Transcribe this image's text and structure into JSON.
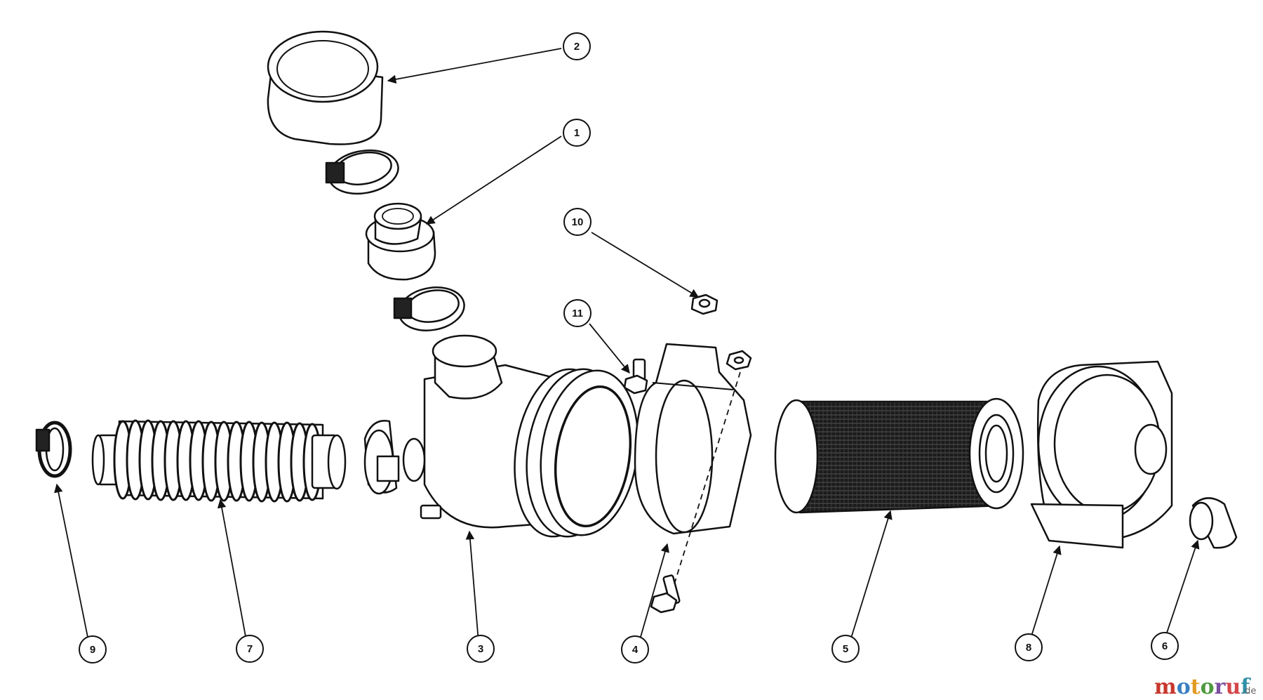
{
  "diagram": {
    "callouts": [
      {
        "id": "c1",
        "label": "1"
      },
      {
        "id": "c2",
        "label": "2"
      },
      {
        "id": "c3",
        "label": "3"
      },
      {
        "id": "c4",
        "label": "4"
      },
      {
        "id": "c5",
        "label": "5"
      },
      {
        "id": "c6",
        "label": "6"
      },
      {
        "id": "c7",
        "label": "7"
      },
      {
        "id": "c8",
        "label": "8"
      },
      {
        "id": "c9",
        "label": "9"
      },
      {
        "id": "c10",
        "label": "10"
      },
      {
        "id": "c11",
        "label": "11"
      }
    ]
  },
  "watermark": {
    "letters": [
      "m",
      "o",
      "t",
      "o",
      "r",
      "u",
      "f"
    ],
    "letter_colors": [
      "#c8372d",
      "#3a7fc1",
      "#e39a21",
      "#4e9a3f",
      "#7b4fa0",
      "#d4474a",
      "#2f8fa8"
    ],
    "suffix": ".de"
  }
}
